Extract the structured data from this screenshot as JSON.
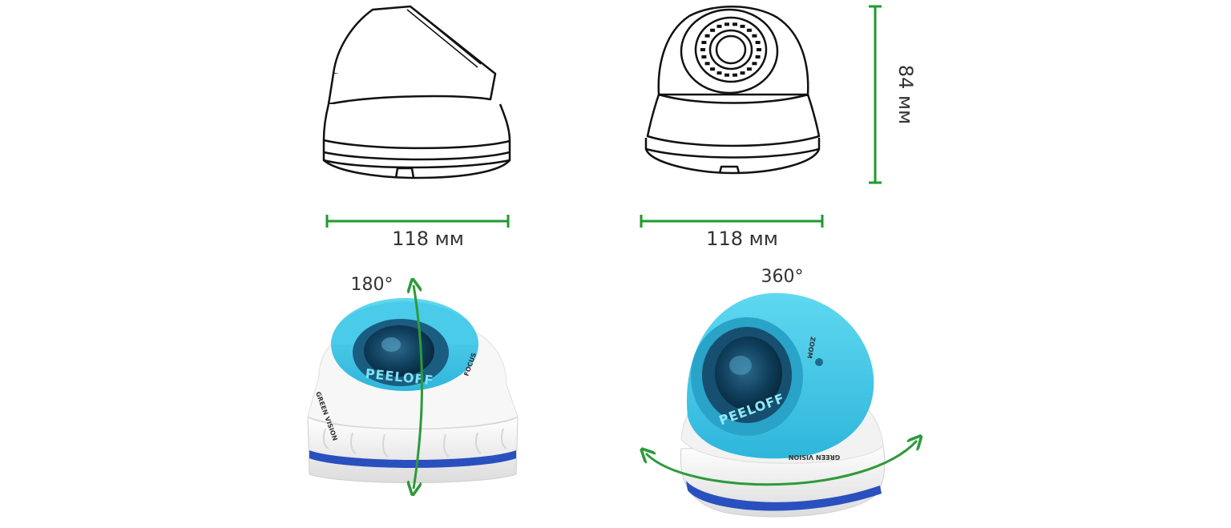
{
  "dimensions": {
    "width_left": "118 мм",
    "width_right": "118 мм",
    "height": "84 мм"
  },
  "rotation": {
    "tilt": "180°",
    "pan": "360°"
  },
  "product_labels": {
    "lens_marking": "PEELOFF",
    "zoom_marking": "ZOOM",
    "brand_logo": "GREEN VISION",
    "focus_marking": "FOCUS"
  },
  "colors": {
    "dimension_line": "#1f9a2e",
    "arrow": "#2e9a3a",
    "camera_body": "#3fc6e6",
    "camera_base": "#f2f2f2",
    "base_stripe": "#2a4fbf"
  },
  "icons": [
    "tilt-arrow-icon",
    "pan-arrow-icon"
  ]
}
